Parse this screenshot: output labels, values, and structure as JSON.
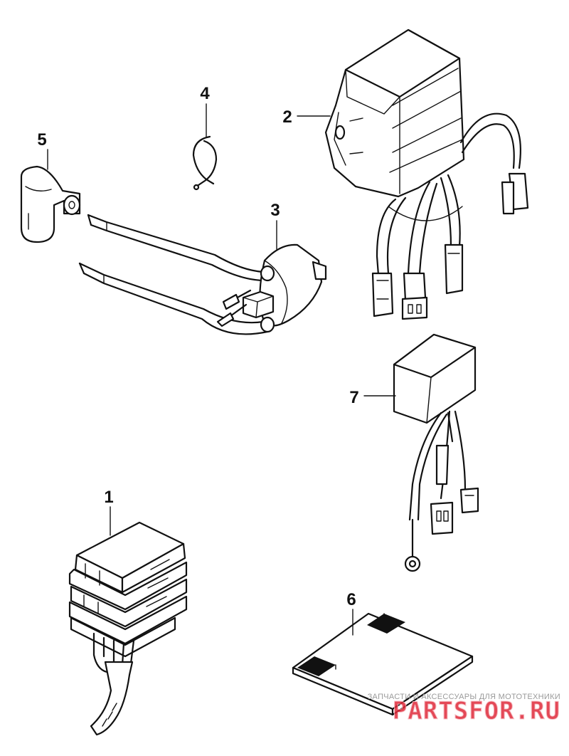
{
  "callouts": [
    {
      "id": "part-1",
      "label": "1"
    },
    {
      "id": "part-2",
      "label": "2"
    },
    {
      "id": "part-3",
      "label": "3"
    },
    {
      "id": "part-4",
      "label": "4"
    },
    {
      "id": "part-5",
      "label": "5"
    },
    {
      "id": "part-6",
      "label": "6"
    },
    {
      "id": "part-7",
      "label": "7"
    }
  ],
  "watermark": {
    "tagline": "ЗАПЧАСТИ И АКСЕССУАРЫ ДЛЯ МОТОТЕХНИКИ",
    "logo": "PARTSFOR.RU",
    "logo_color": "#e02a3a",
    "logo_outline": "#f4b5bb"
  }
}
